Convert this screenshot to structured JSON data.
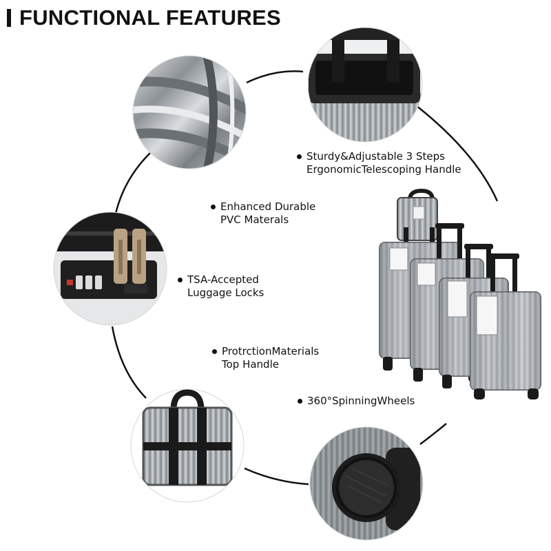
{
  "title": "FUNCTIONAL FEATURES",
  "features": [
    {
      "line1": "Sturdy&Adjustable 3 Steps",
      "line2": "ErgonomicTelescoping Handle"
    },
    {
      "line1": "Enhanced Durable",
      "line2": "PVC Materals"
    },
    {
      "line1": "TSA-Accepted",
      "line2": "Luggage Locks"
    },
    {
      "line1": "ProtrctionMaterials",
      "line2": "Top Handle"
    },
    {
      "line1": "360°SpinningWheels",
      "line2": ""
    }
  ],
  "colors": {
    "text": "#111111",
    "silver": "#a9adb1",
    "dark": "#1c1c1c",
    "background": "#ffffff"
  }
}
